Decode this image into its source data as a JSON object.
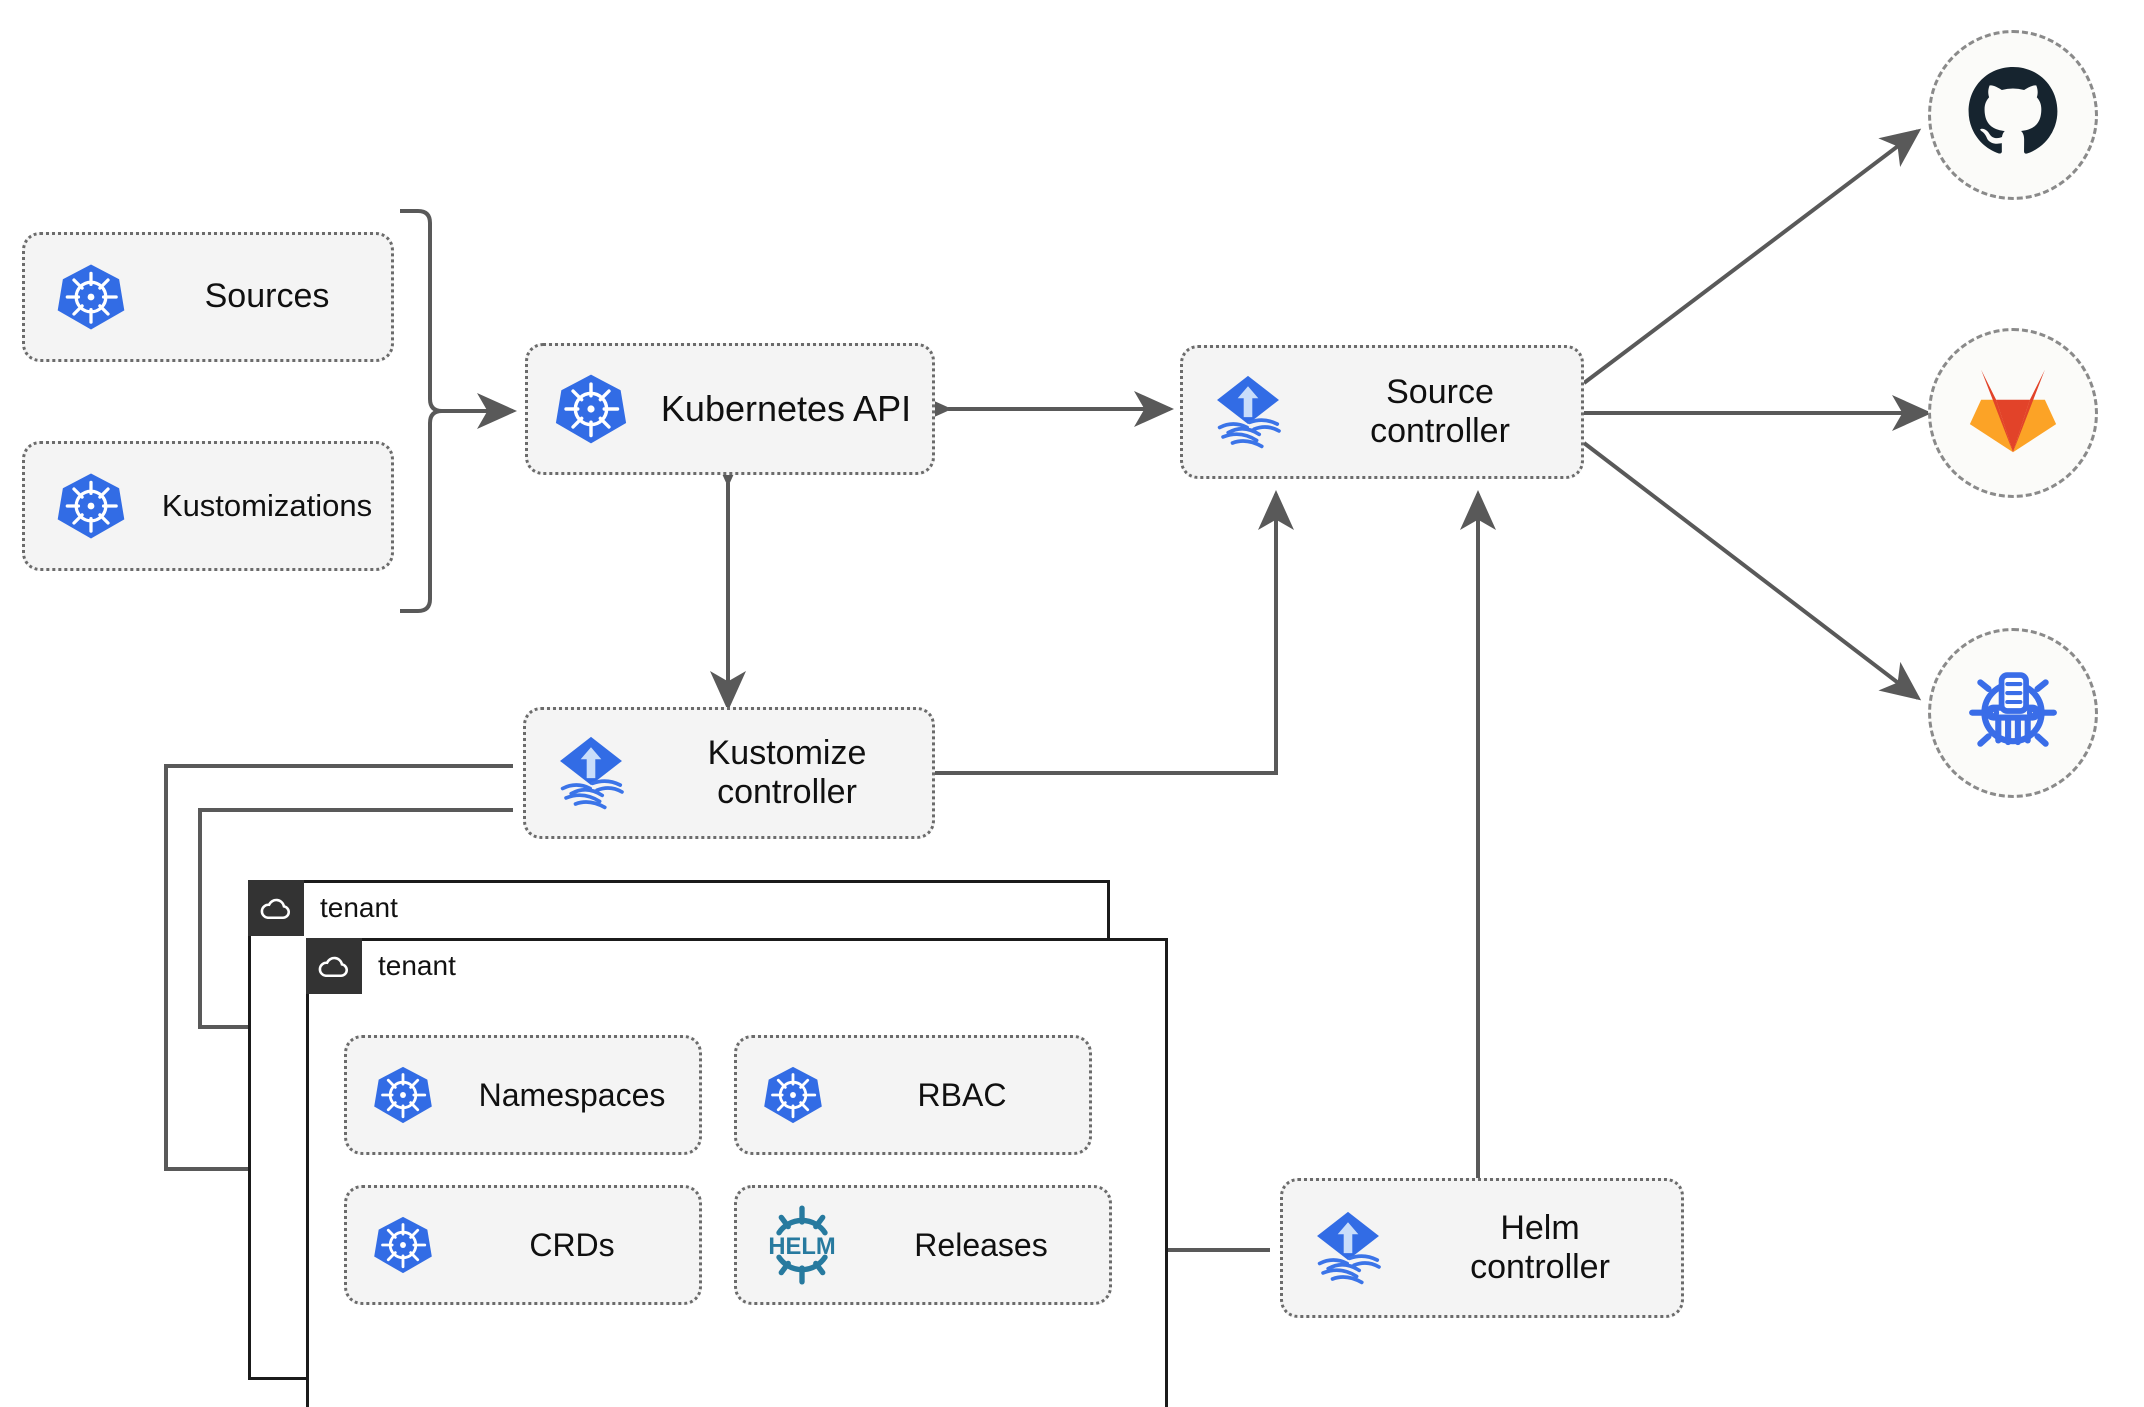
{
  "diagram": {
    "title": "Flux multi-tenancy architecture",
    "background": "#ffffff",
    "edge_color": "#595959",
    "node_fill": "#f4f4f4",
    "node_border": "#6b6b6b",
    "tenant_border": "#1b1b1b",
    "tenant_chip_fill": "#333333",
    "kubernetes_blue": "#326ce5",
    "flux_blue": "#326ce5",
    "helm_blue": "#277a9f",
    "github_navy": "#16242f",
    "gitlab_orange": "#e24329",
    "gitlab_amber": "#fca326",
    "bucket_blue": "#3a6de8"
  },
  "custom_resources": [
    {
      "id": "sources",
      "label": "Sources",
      "icon": "kubernetes-icon"
    },
    {
      "id": "kustomizations",
      "label": "Kustomizations",
      "icon": "kubernetes-icon"
    }
  ],
  "controllers": [
    {
      "id": "kubernetes-api",
      "label": "Kubernetes API",
      "icon": "kubernetes-icon"
    },
    {
      "id": "source-controller",
      "label": "Source\ncontroller",
      "icon": "flux-icon"
    },
    {
      "id": "kustomize-controller",
      "label": "Kustomize\ncontroller",
      "icon": "flux-icon"
    },
    {
      "id": "helm-controller",
      "label": "Helm\ncontroller",
      "icon": "flux-icon"
    }
  ],
  "external_sources": [
    {
      "id": "github",
      "label": "github-icon",
      "icon": "github-icon"
    },
    {
      "id": "gitlab",
      "label": "gitlab-icon",
      "icon": "gitlab-icon"
    },
    {
      "id": "bucket",
      "label": "bucket-icon",
      "icon": "bucket-icon"
    }
  ],
  "tenants": [
    {
      "id": "tenant-back",
      "label": "tenant",
      "icon": "cloud-icon"
    },
    {
      "id": "tenant-front",
      "label": "tenant",
      "icon": "cloud-icon"
    }
  ],
  "tenant_resources": [
    {
      "id": "namespaces",
      "label": "Namespaces",
      "icon": "kubernetes-icon"
    },
    {
      "id": "rbac",
      "label": "RBAC",
      "icon": "kubernetes-icon"
    },
    {
      "id": "crds",
      "label": "CRDs",
      "icon": "kubernetes-icon"
    },
    {
      "id": "releases",
      "label": "Releases",
      "icon": "helm-icon"
    }
  ],
  "edges": [
    {
      "from": "custom-resources-bracket",
      "to": "kubernetes-api",
      "direction": "forward"
    },
    {
      "from": "kubernetes-api",
      "to": "source-controller",
      "direction": "both"
    },
    {
      "from": "kubernetes-api",
      "to": "kustomize-controller",
      "direction": "both"
    },
    {
      "from": "kustomize-controller",
      "to": "source-controller",
      "direction": "forward"
    },
    {
      "from": "helm-controller",
      "to": "source-controller",
      "direction": "forward"
    },
    {
      "from": "source-controller",
      "to": "github",
      "direction": "forward"
    },
    {
      "from": "source-controller",
      "to": "gitlab",
      "direction": "forward"
    },
    {
      "from": "source-controller",
      "to": "bucket",
      "direction": "forward"
    },
    {
      "from": "kustomize-controller",
      "to": "tenant-back",
      "direction": "forward"
    },
    {
      "from": "kustomize-controller",
      "to": "tenant-front",
      "direction": "forward"
    },
    {
      "from": "helm-controller",
      "to": "releases",
      "direction": "forward"
    }
  ]
}
